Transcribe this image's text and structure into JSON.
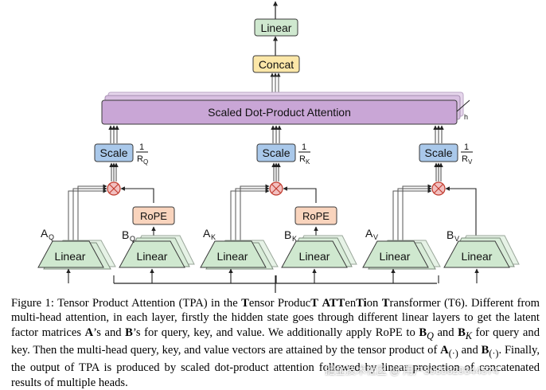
{
  "diagram": {
    "top": {
      "linear": "Linear",
      "concat": "Concat",
      "sdpa": "Scaled Dot-Product Attention",
      "heads": "h"
    },
    "branches": [
      {
        "scale": "Scale",
        "frac_num": "1",
        "frac_den": "R",
        "frac_sub": "Q",
        "a_label": "A",
        "a_sub": "Q",
        "b_label": "B",
        "b_sub": "Q",
        "rope": "RoPE",
        "linear_a": "Linear",
        "linear_b": "Linear"
      },
      {
        "scale": "Scale",
        "frac_num": "1",
        "frac_den": "R",
        "frac_sub": "K",
        "a_label": "A",
        "a_sub": "K",
        "b_label": "B",
        "b_sub": "K",
        "rope": "RoPE",
        "linear_a": "Linear",
        "linear_b": "Linear"
      },
      {
        "scale": "Scale",
        "frac_num": "1",
        "frac_den": "R",
        "frac_sub": "V",
        "a_label": "A",
        "a_sub": "V",
        "b_label": "B",
        "b_sub": "V",
        "linear_a": "Linear",
        "linear_b": "Linear"
      }
    ]
  },
  "colors": {
    "linear_fill": "#cfe8cf",
    "concat_fill": "#fce7a8",
    "sdpa_fill": "#c9a6d6",
    "scale_fill": "#a9c8ea",
    "rope_fill": "#f9d4bd",
    "mult_fill": "#f2c0c0",
    "mult_stroke": "#c0392b"
  },
  "caption": {
    "figure_label": "Figure 1:",
    "l1a": "Tensor Product Attention (TPA) in the ",
    "T1": "T",
    "l1b": "ensor Produc",
    "T2": "T",
    "l1c": " ",
    "ATT": "ATT",
    "l1d": "en",
    "Ti": "Ti",
    "l1e": "on ",
    "T3": "T",
    "l1f": "ransformer (T6).",
    "l2": "Different from multi-head attention, in each layer, firstly the hidden state goes through different linear layers to get the latent factor matrices ",
    "A": "A",
    "l3a": "’s and ",
    "B": "B",
    "l3b": "’s for query, key, and value. We additionally apply RoPE to ",
    "BQ": "B",
    "BQ_sub": "Q",
    "l4a": " and ",
    "BK": "B",
    "BK_sub": "K",
    "l4b": " for query and key. Then the multi-head query, key, and value vectors are attained by the tensor product of ",
    "Adot": "A",
    "dot1": "(·)",
    "l5a": " and ",
    "Bdot": "B",
    "dot2": "(·)",
    "l5b": ". Finally, the output of TPA is produced by scaled dot-product attention followed by linear projection of concatenated results of multiple heads."
  },
  "watermark": "掘金技术社区 @ 用户3035629344574"
}
